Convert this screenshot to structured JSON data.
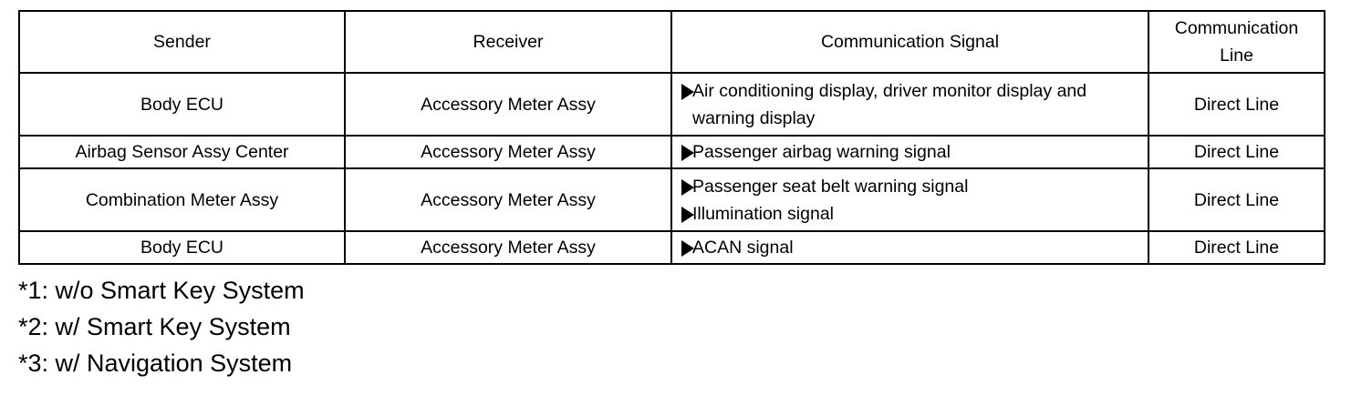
{
  "table": {
    "headers": {
      "sender": "Sender",
      "receiver": "Receiver",
      "signal": "Communication Signal",
      "line": "Communication Line"
    },
    "rows": [
      {
        "sender": "Body ECU",
        "receiver": "Accessory Meter Assy",
        "signals": [
          "Air conditioning display, driver monitor display and",
          "warning display"
        ],
        "line": "Direct Line"
      },
      {
        "sender": "Airbag Sensor Assy Center",
        "receiver": "Accessory Meter Assy",
        "signals": [
          "Passenger airbag warning signal"
        ],
        "line": "Direct Line"
      },
      {
        "sender": "Combination Meter Assy",
        "receiver": "Accessory Meter Assy",
        "signals": [
          "Passenger seat belt warning signal",
          "Illumination signal"
        ],
        "line": "Direct Line"
      },
      {
        "sender": "Body ECU",
        "receiver": "Accessory Meter Assy",
        "signals": [
          "ACAN signal"
        ],
        "line": "Direct Line"
      }
    ]
  },
  "notes": [
    "*1: w/o Smart Key System",
    "*2: w/ Smart Key System",
    "*3: w/ Navigation System"
  ]
}
